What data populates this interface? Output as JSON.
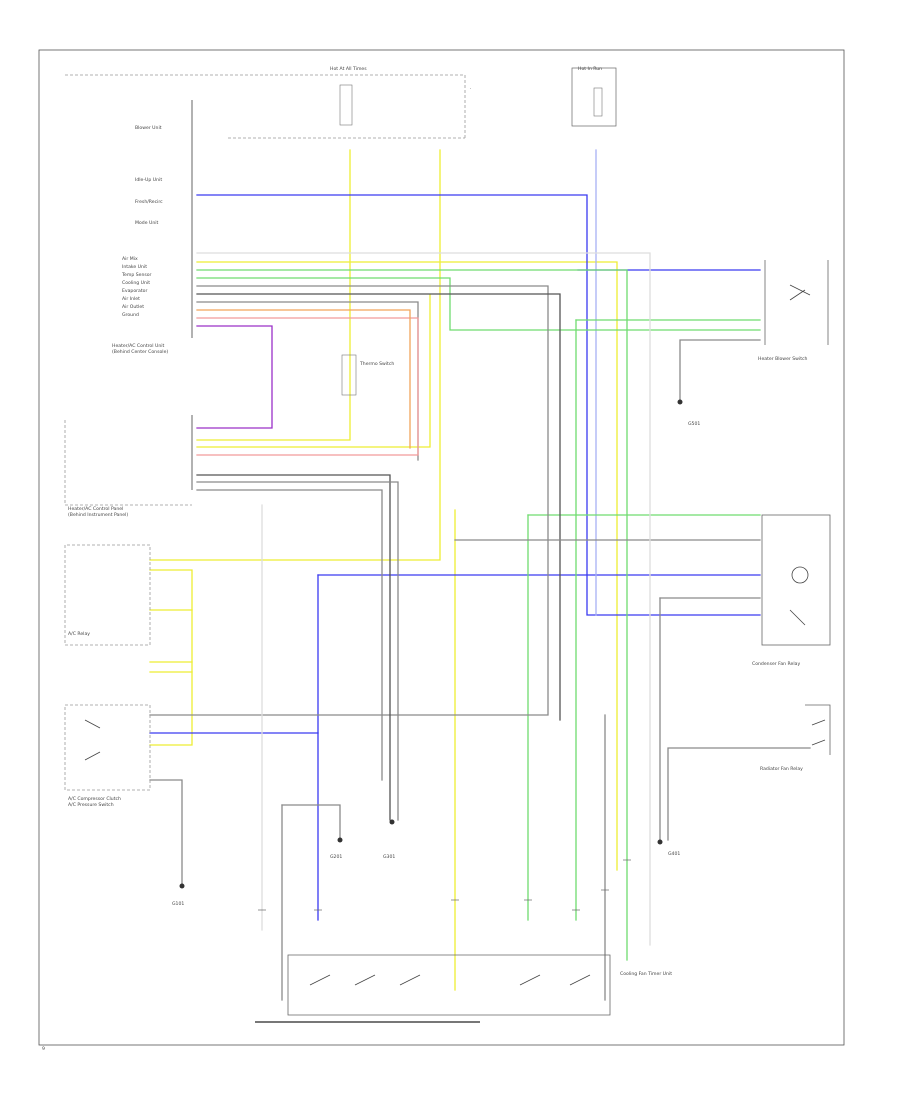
{
  "diagram": {
    "left_labels": [
      "Blower Unit",
      "Idle-Up Unit",
      "Fresh/Recirc",
      "Mode Unit",
      "Air Mix",
      "Intake Unit",
      "Temp Sensor",
      "Cooling Unit",
      "Evaporator",
      "Air Inlet",
      "Air Outlet",
      "Ground"
    ],
    "control_unit_label": "Heater/AC Control Unit",
    "control_unit_sub": "(Behind Center Console)",
    "lower_control_label": "Heater/AC Control Panel",
    "lower_control_sub": "(Behind Instrument Panel)",
    "ac_compressor_label": "A/C Pressure Switch",
    "heater_blower_label": "Heater Blower Switch",
    "condenser_fan_label": "Condenser Fan Relay",
    "radiator_fan_label": "Radiator Fan Relay",
    "ac_relay_label": "A/C Relay",
    "compressor_clutch_label": "A/C Compressor Clutch",
    "bottom_block_label": "Cooling Fan Timer Unit",
    "thermo_switch_label": "Thermo Switch",
    "fuse_label_1": "Hot At All Times",
    "fuse_label_2": "Hot In Run",
    "ground_labels": [
      "G101",
      "G201",
      "G301",
      "G401",
      "G501"
    ],
    "corner_code": "9"
  }
}
